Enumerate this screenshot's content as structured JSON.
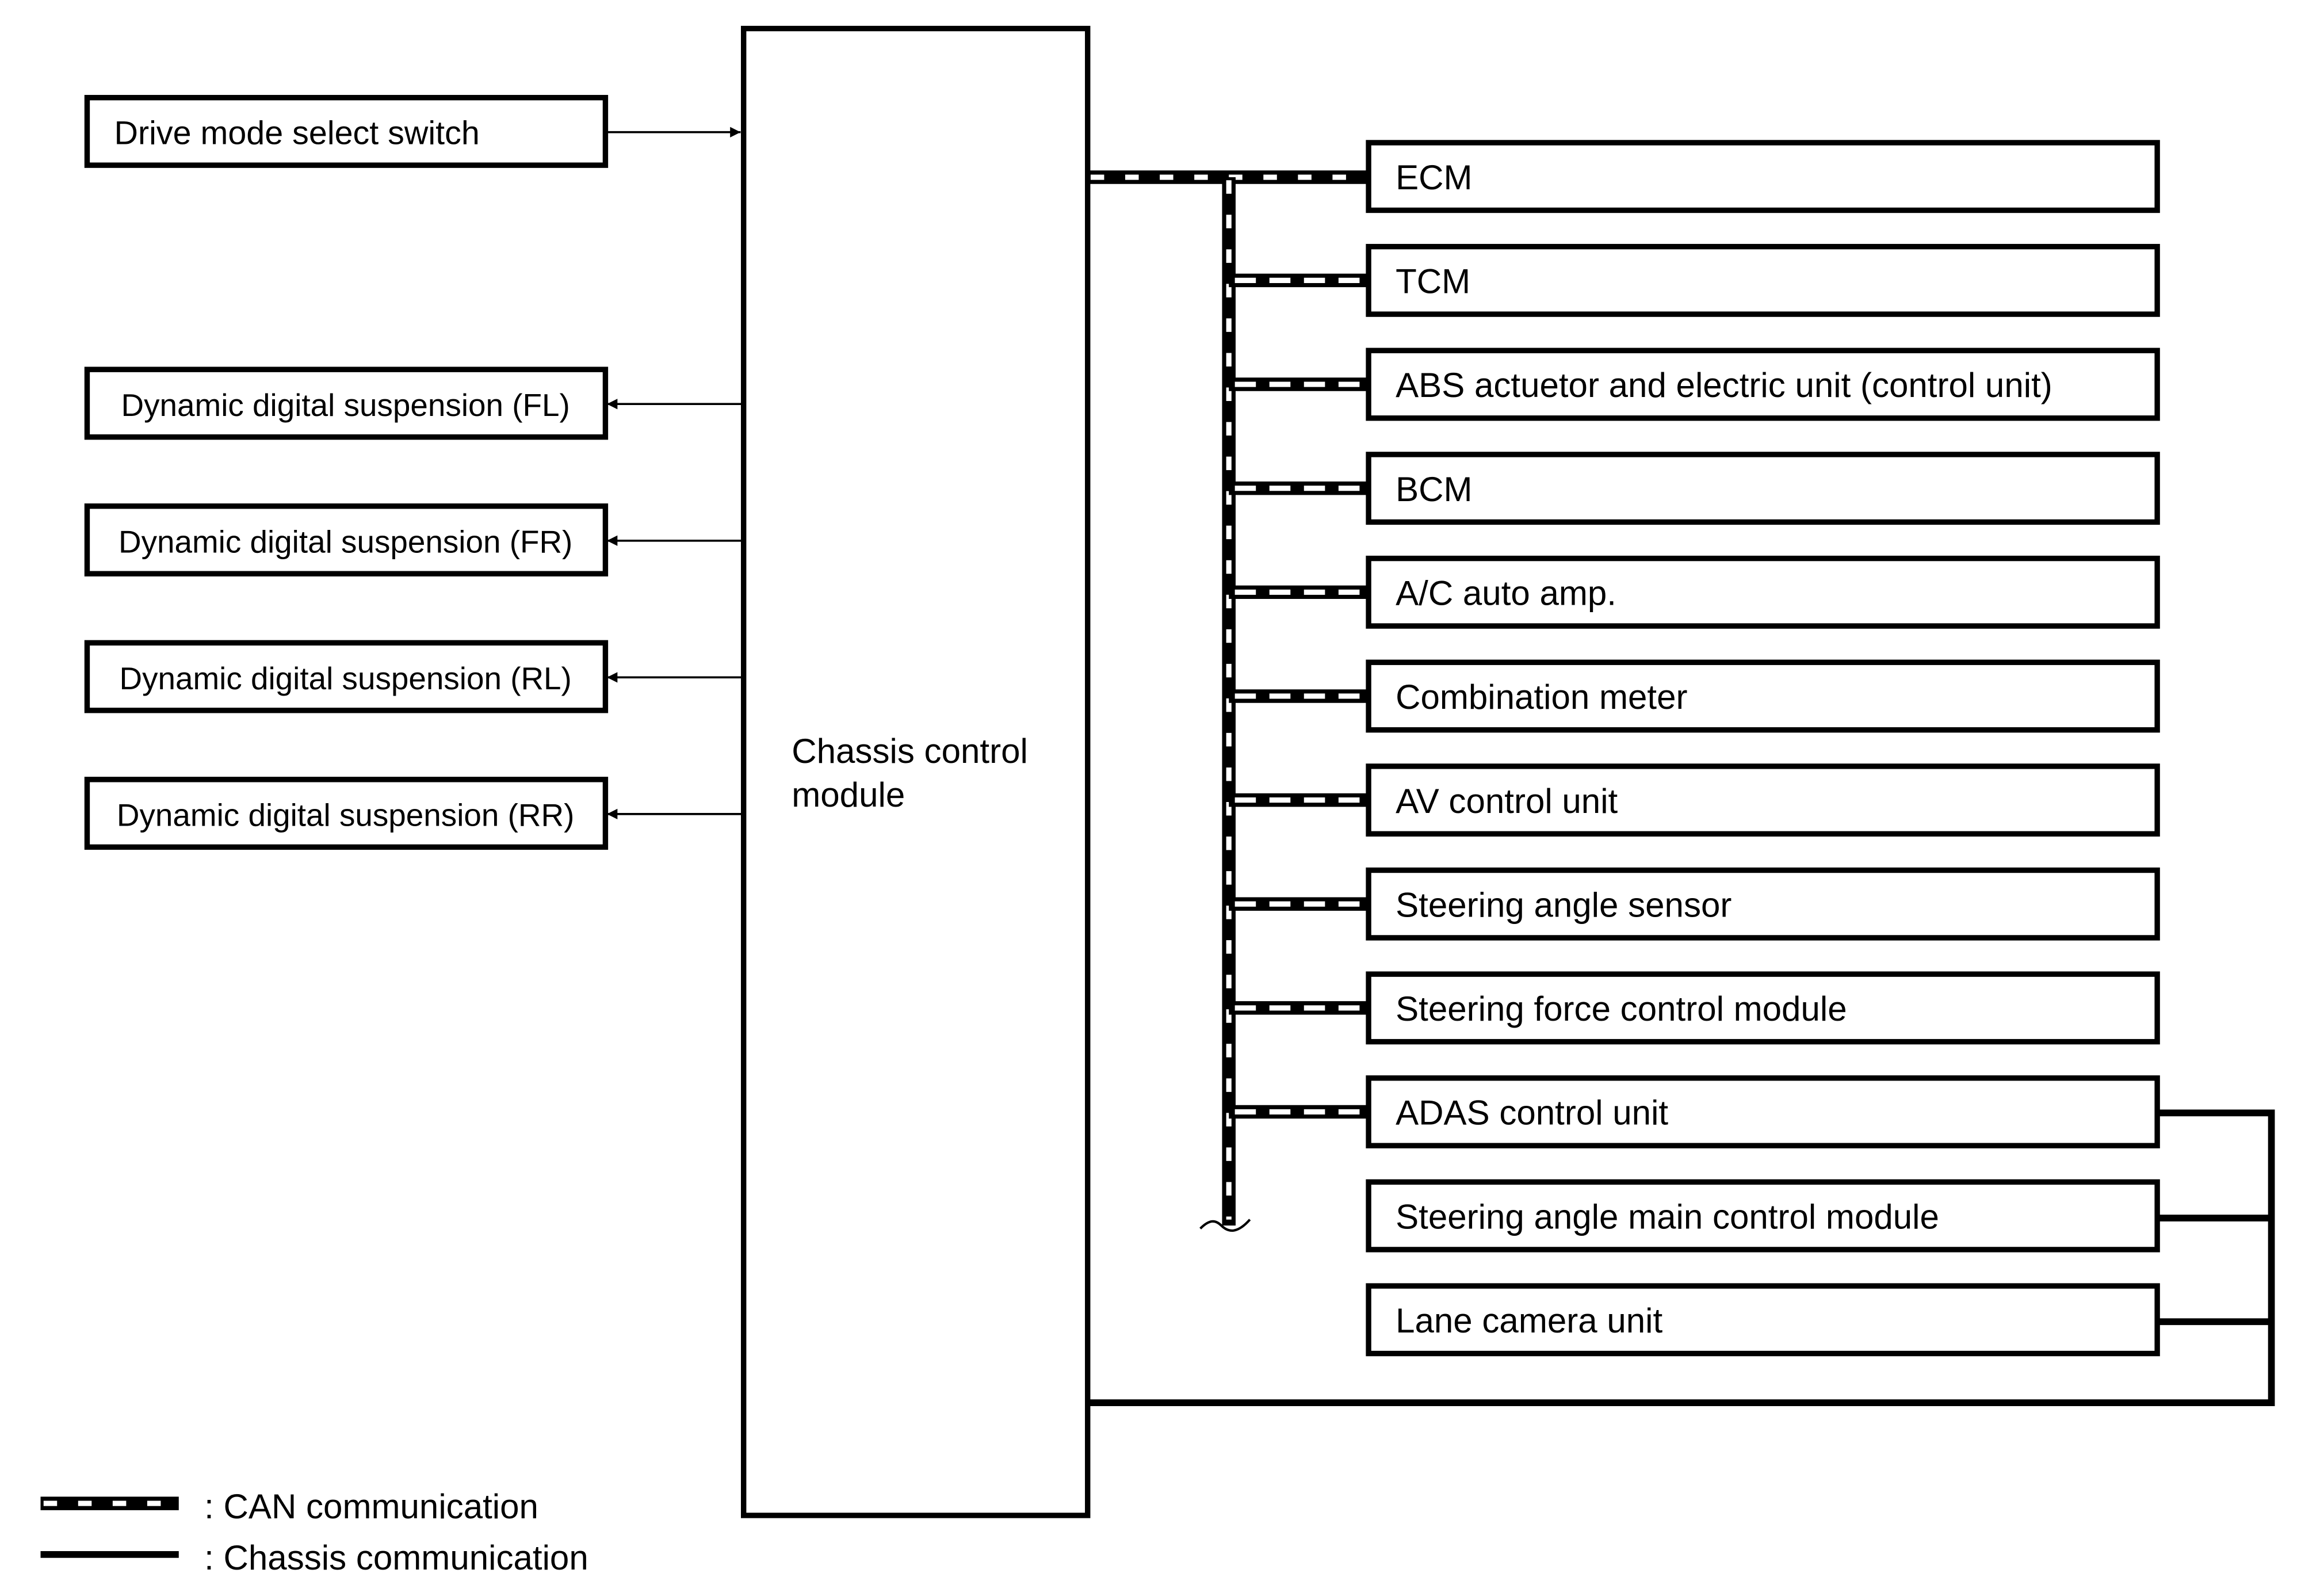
{
  "inputs": {
    "drive_mode_switch": "Drive mode select switch"
  },
  "outputs": [
    {
      "label": "Dynamic digital suspension (FL)"
    },
    {
      "label": "Dynamic digital suspension (FR)"
    },
    {
      "label": "Dynamic digital suspension  (RL)"
    },
    {
      "label": "Dynamic digital suspension  (RR)"
    }
  ],
  "central_module": {
    "line1": "Chassis control",
    "line2": "module"
  },
  "can_units": [
    {
      "label": "ECM"
    },
    {
      "label": "TCM"
    },
    {
      "label": "ABS actuetor and electric unit (control unit)"
    },
    {
      "label": "BCM"
    },
    {
      "label": "A/C auto amp."
    },
    {
      "label": "Combination meter"
    },
    {
      "label": "AV control unit"
    },
    {
      "label": "Steering angle sensor"
    },
    {
      "label": "Steering force control module"
    },
    {
      "label": "ADAS control unit"
    }
  ],
  "chassis_units": [
    {
      "label": "Steering angle main control module"
    },
    {
      "label": "Lane camera unit"
    }
  ],
  "legend": {
    "can": ": CAN communication",
    "chassis": ": Chassis communication"
  },
  "colors": {
    "line": "#000000",
    "background": "#ffffff"
  }
}
